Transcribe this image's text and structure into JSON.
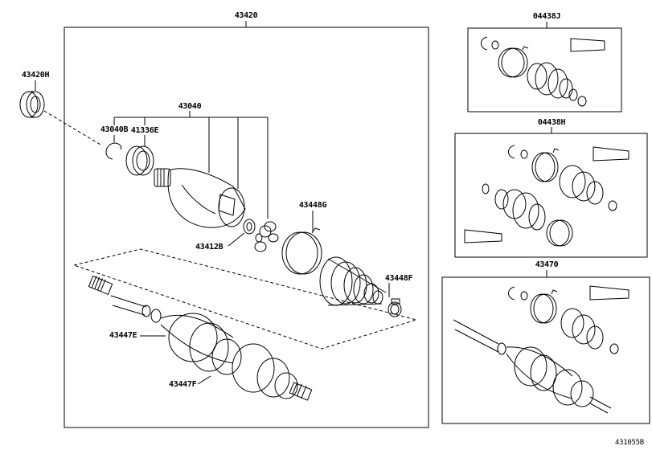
{
  "labels": {
    "assembly_main": "43420",
    "part_43420H": "43420H",
    "part_43040": "43040",
    "part_43040B": "43040B",
    "part_41336E": "41336E",
    "part_43448G": "43448G",
    "part_43412B": "43412B",
    "part_43448F": "43448F",
    "part_43447E": "43447E",
    "part_43447F": "43447F",
    "kit_04438J": "04438J",
    "kit_04438H": "04438H",
    "assembly_43470": "43470",
    "figure_code": "431055B"
  }
}
